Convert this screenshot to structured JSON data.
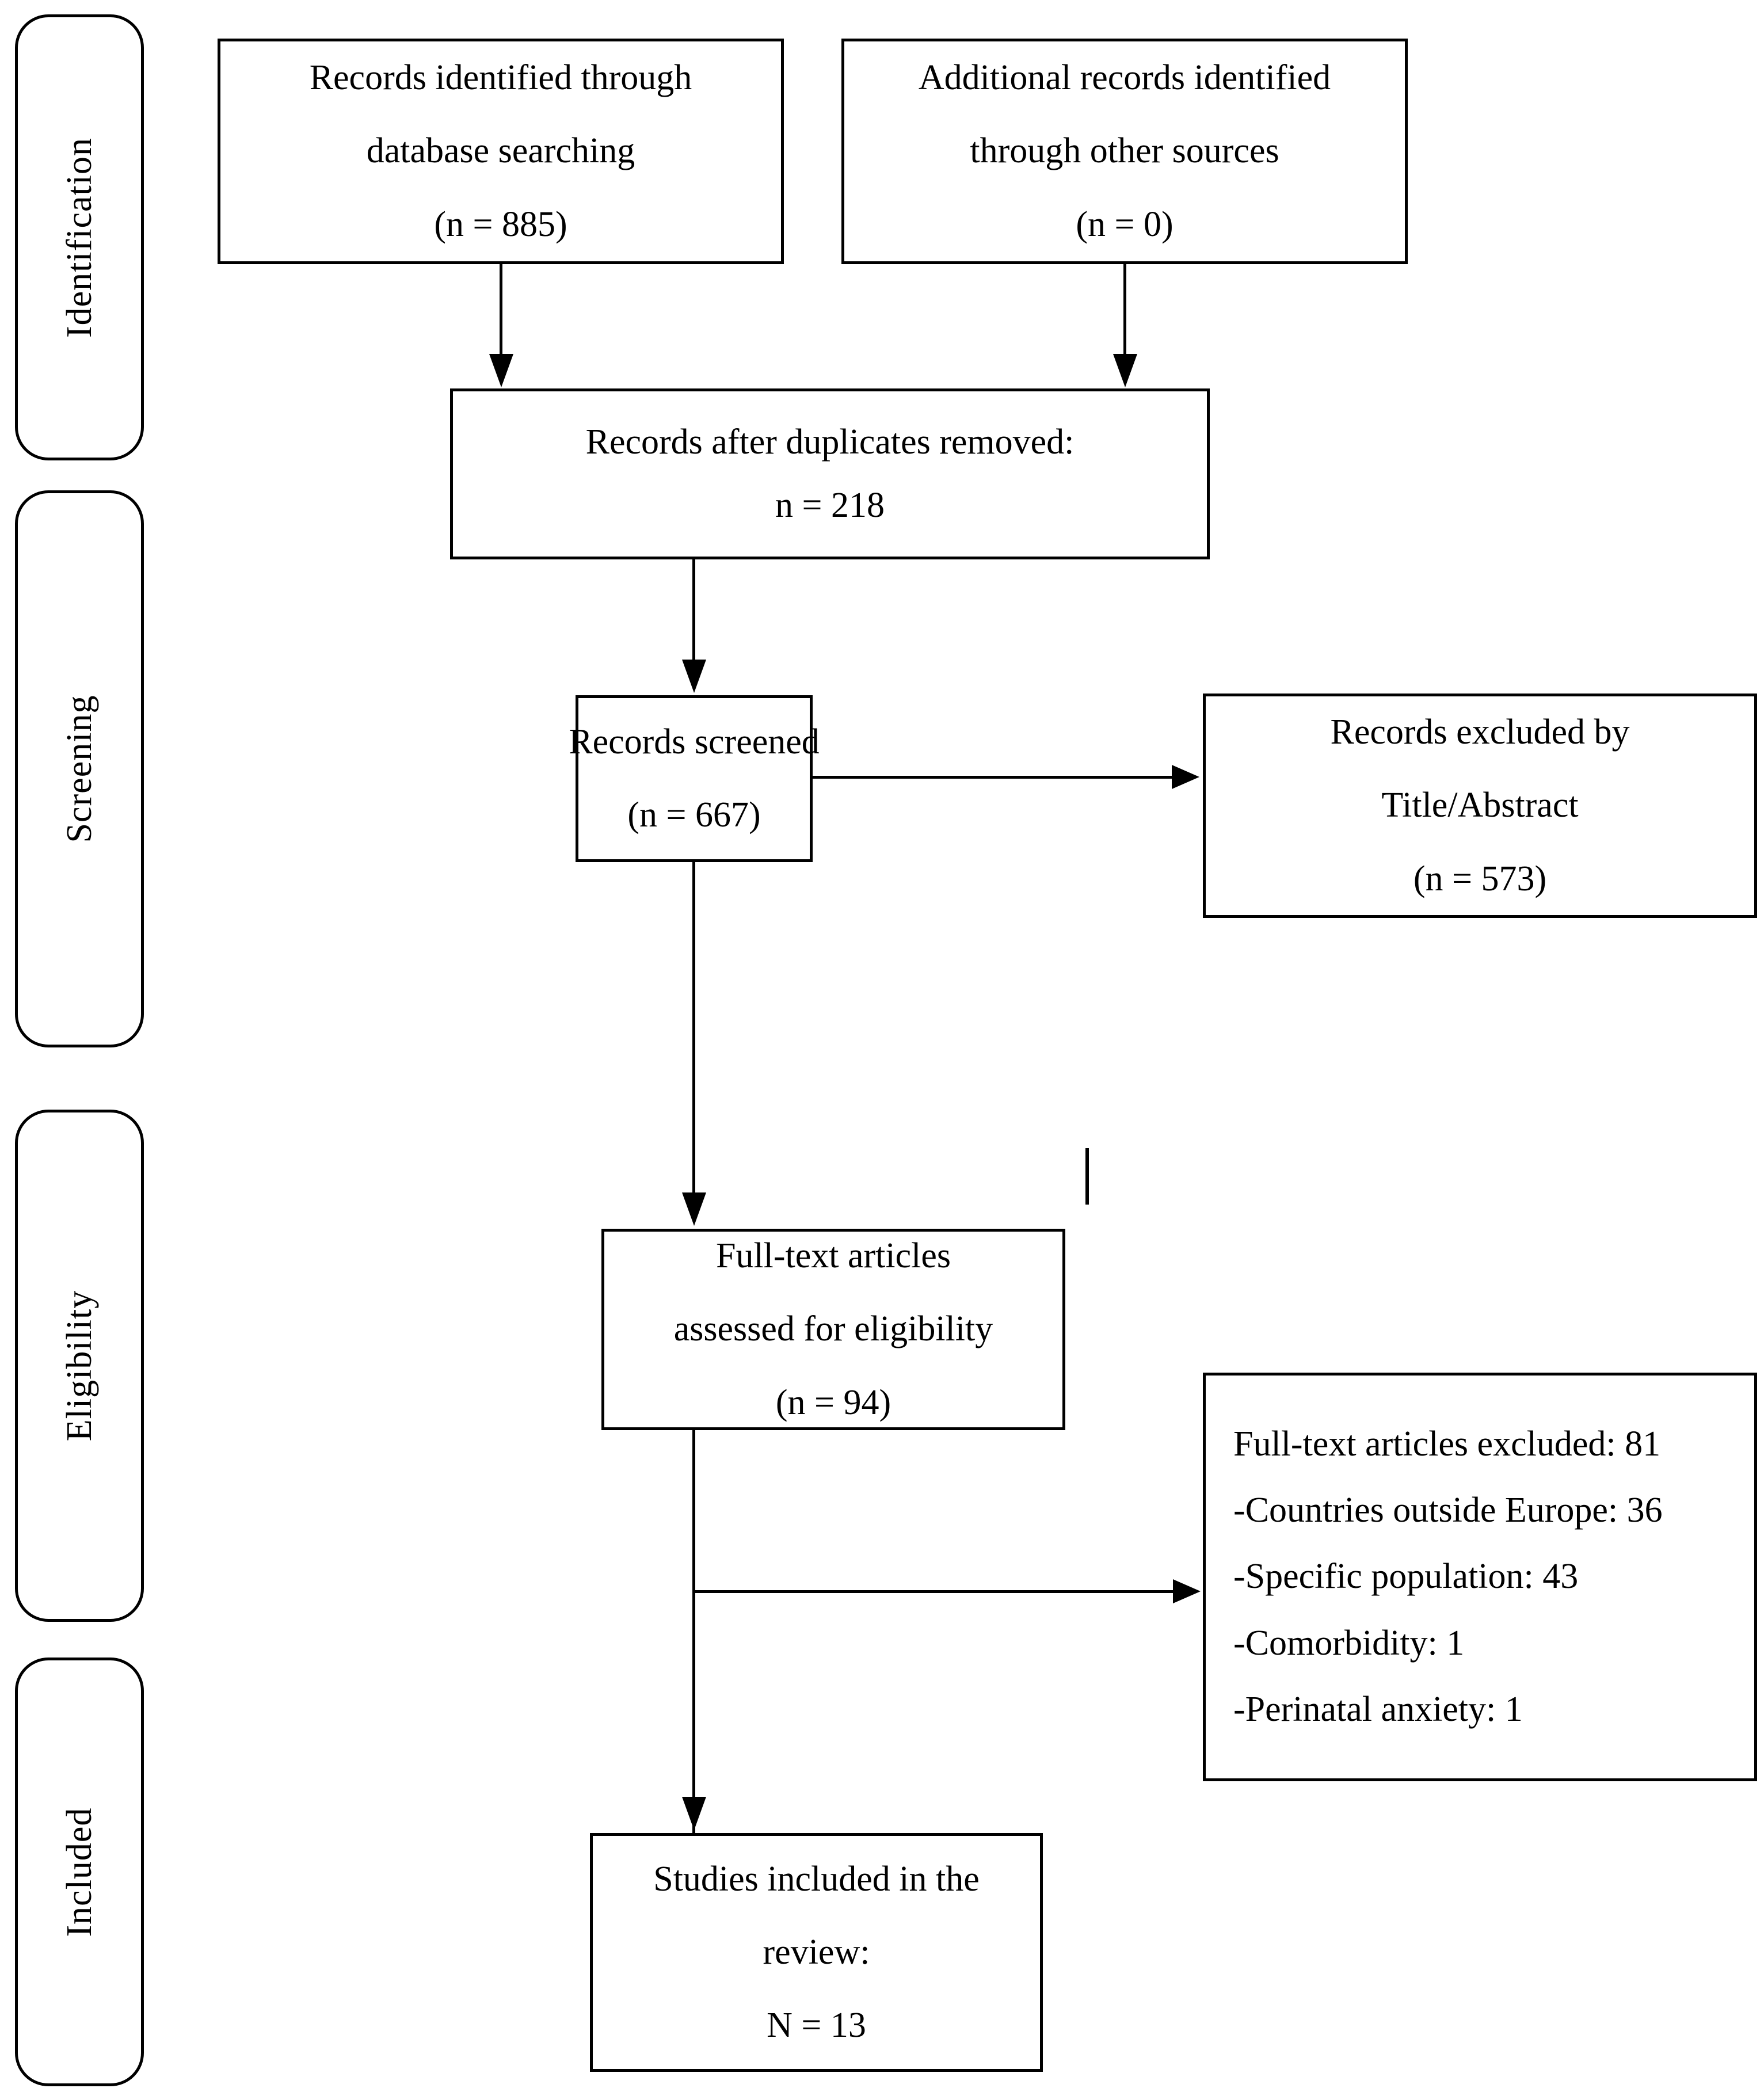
{
  "diagram": {
    "type": "prisma-flow-diagram",
    "stages": [
      {
        "id": "identification",
        "label": "Identification"
      },
      {
        "id": "screening",
        "label": "Screening"
      },
      {
        "id": "eligibility",
        "label": "Eligibility"
      },
      {
        "id": "included",
        "label": "Included"
      }
    ],
    "boxes": {
      "database_search": {
        "line1": "Records identified through",
        "line2": "database searching",
        "line3": "(n = 885)"
      },
      "other_sources": {
        "line1": "Additional records identified",
        "line2": "through other sources",
        "line3": "(n = 0)"
      },
      "duplicates_removed": {
        "line1": "Records after duplicates removed:",
        "line2": "n = 218"
      },
      "records_screened": {
        "line1": "Records screened",
        "line2": "(n = 667)"
      },
      "records_excluded": {
        "line1": "Records excluded by",
        "line2": "Title/Abstract",
        "line3": "(n = 573)"
      },
      "full_text_assessed": {
        "line1": "Full-text articles",
        "line2": "assessed for eligibility",
        "line3": "(n = 94)"
      },
      "full_text_excluded": {
        "line1": "Full-text articles excluded: 81",
        "line2": "-Countries outside Europe: 36",
        "line3": "-Specific population: 43",
        "line4": "-Comorbidity: 1",
        "line5": "-Perinatal anxiety: 1"
      },
      "studies_included": {
        "line1": "Studies included in the",
        "line2": "review:",
        "line3": "N = 13"
      }
    },
    "colors": {
      "stroke": "#000000",
      "background": "#ffffff",
      "text": "#000000"
    }
  }
}
